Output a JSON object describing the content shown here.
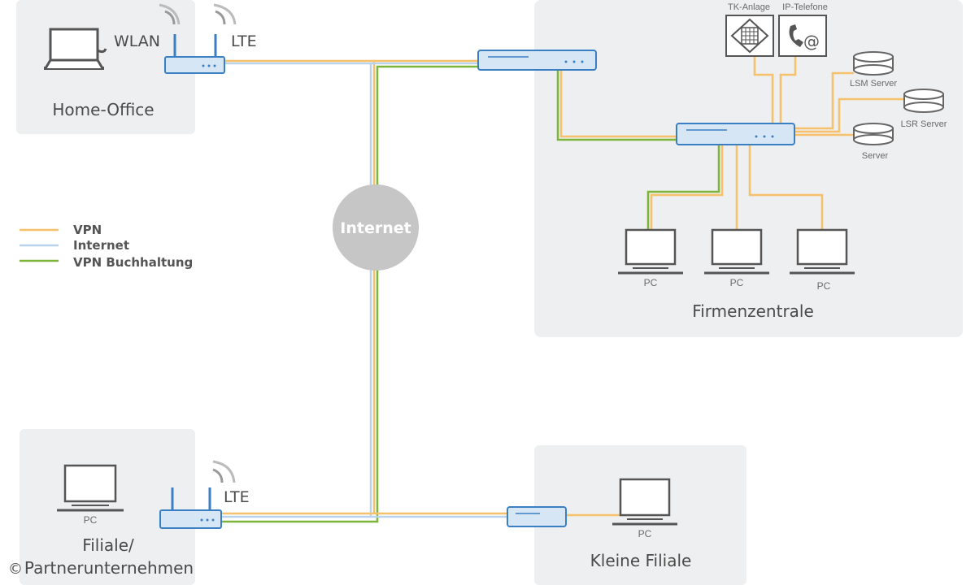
{
  "sites": {
    "home_office": "Home-Office",
    "firmenzentrale": "Firmenzentrale",
    "filiale_line1": "Filiale/",
    "filiale_line2": "Partnerunternehmen",
    "kleine_filiale": "Kleine Filiale"
  },
  "labels": {
    "wlan": "WLAN",
    "lte_home": "LTE",
    "lte_filiale": "LTE",
    "internet": "Internet",
    "tk_anlage": "TK-Anlage",
    "ip_telefone": "IP-Telefone",
    "lsm_server": "LSM Server",
    "lsr_server": "LSR Server",
    "server": "Server",
    "pc": "PC",
    "copyright": "©"
  },
  "legend": [
    {
      "label": "VPN",
      "color": "#f7c06a"
    },
    {
      "label": "Internet",
      "color": "#b9d3ec"
    },
    {
      "label": "VPN Buchhaltung",
      "color": "#7db43a"
    }
  ],
  "colors": {
    "vpn": "#f7c06a",
    "internet": "#b9d3ec",
    "vpn_buchhaltung": "#7db43a",
    "device_blue": "#3a7fc4",
    "device_fill": "#d6e6f5",
    "panel": "#eeeff0",
    "cloud": "#c6c6c6"
  }
}
